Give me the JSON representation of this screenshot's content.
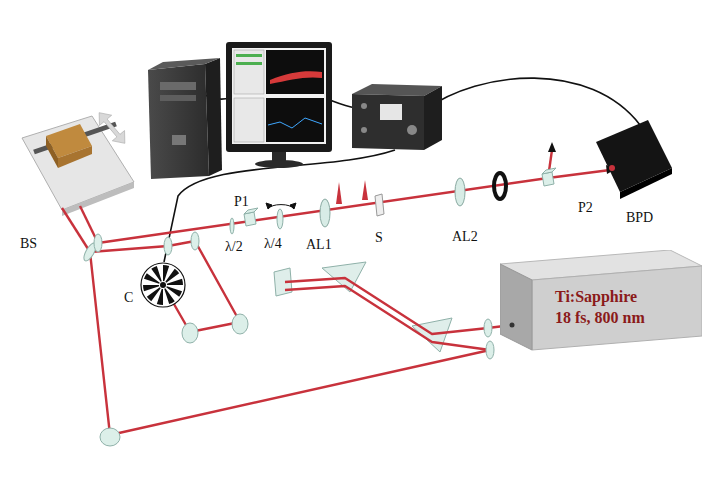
{
  "diagram": {
    "nodes": [
      {
        "text": [
          "Ti:Sapphire",
          "18 fs, 800 nm"
        ]
      }
    ],
    "labels": [
      "BS",
      "C",
      "λ/2",
      "λ/4",
      "P1",
      "AL1",
      "S",
      "AL2",
      "P2",
      "BPD"
    ]
  }
}
